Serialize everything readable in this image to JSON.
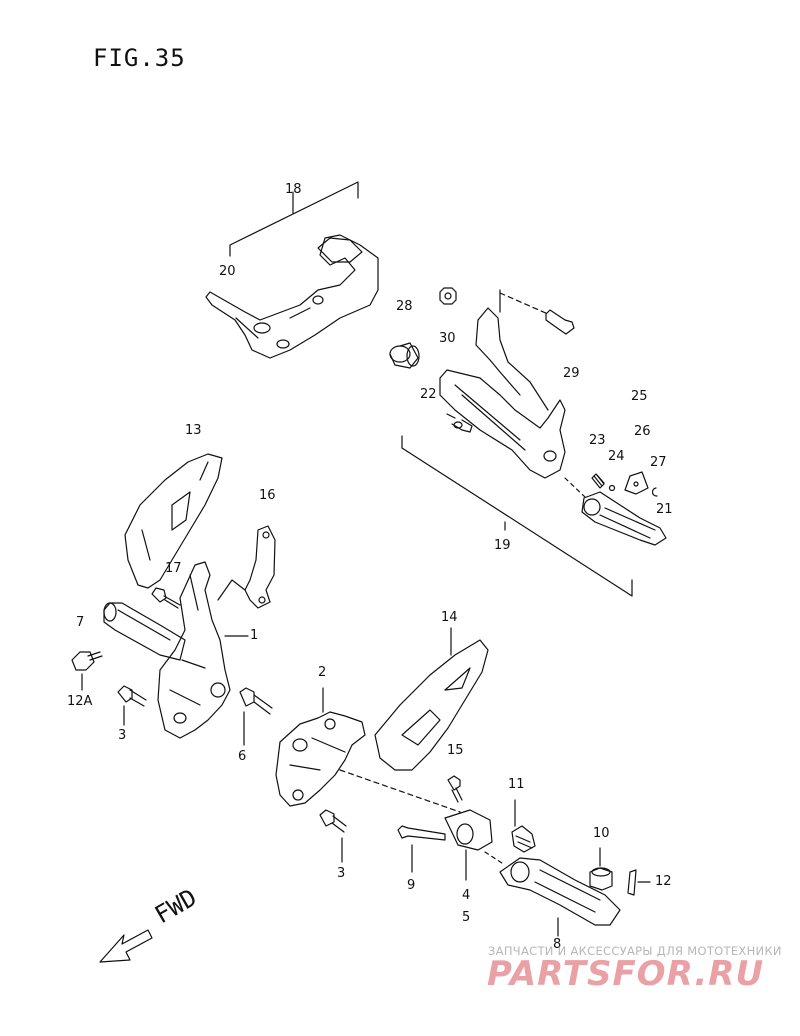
{
  "figure": {
    "title": "FIG.35"
  },
  "callouts": [
    {
      "id": "label-18",
      "text": "18"
    },
    {
      "id": "label-20",
      "text": "20"
    },
    {
      "id": "label-28",
      "text": "28"
    },
    {
      "id": "label-30",
      "text": "30"
    },
    {
      "id": "label-29",
      "text": "29"
    },
    {
      "id": "label-22",
      "text": "22"
    },
    {
      "id": "label-25",
      "text": "25"
    },
    {
      "id": "label-26",
      "text": "26"
    },
    {
      "id": "label-23",
      "text": "23"
    },
    {
      "id": "label-24",
      "text": "24"
    },
    {
      "id": "label-27",
      "text": "27"
    },
    {
      "id": "label-21",
      "text": "21"
    },
    {
      "id": "label-19",
      "text": "19"
    },
    {
      "id": "label-13",
      "text": "13"
    },
    {
      "id": "label-16",
      "text": "16"
    },
    {
      "id": "label-17",
      "text": "17"
    },
    {
      "id": "label-7",
      "text": "7"
    },
    {
      "id": "label-1",
      "text": "1"
    },
    {
      "id": "label-12a",
      "text": "12A"
    },
    {
      "id": "label-3-left",
      "text": "3"
    },
    {
      "id": "label-14",
      "text": "14"
    },
    {
      "id": "label-2",
      "text": "2"
    },
    {
      "id": "label-6",
      "text": "6"
    },
    {
      "id": "label-15",
      "text": "15"
    },
    {
      "id": "label-11",
      "text": "11"
    },
    {
      "id": "label-10",
      "text": "10"
    },
    {
      "id": "label-12",
      "text": "12"
    },
    {
      "id": "label-3-right",
      "text": "3"
    },
    {
      "id": "label-9",
      "text": "9"
    },
    {
      "id": "label-4",
      "text": "4"
    },
    {
      "id": "label-5",
      "text": "5"
    },
    {
      "id": "label-8",
      "text": "8"
    }
  ],
  "direction": {
    "text": "FWD"
  },
  "watermark": {
    "caption": "ЗАПЧАСТИ И АКСЕССУАРЫ ДЛЯ МОТОТЕХНИКИ",
    "logo": "PARTSFOR.RU"
  }
}
